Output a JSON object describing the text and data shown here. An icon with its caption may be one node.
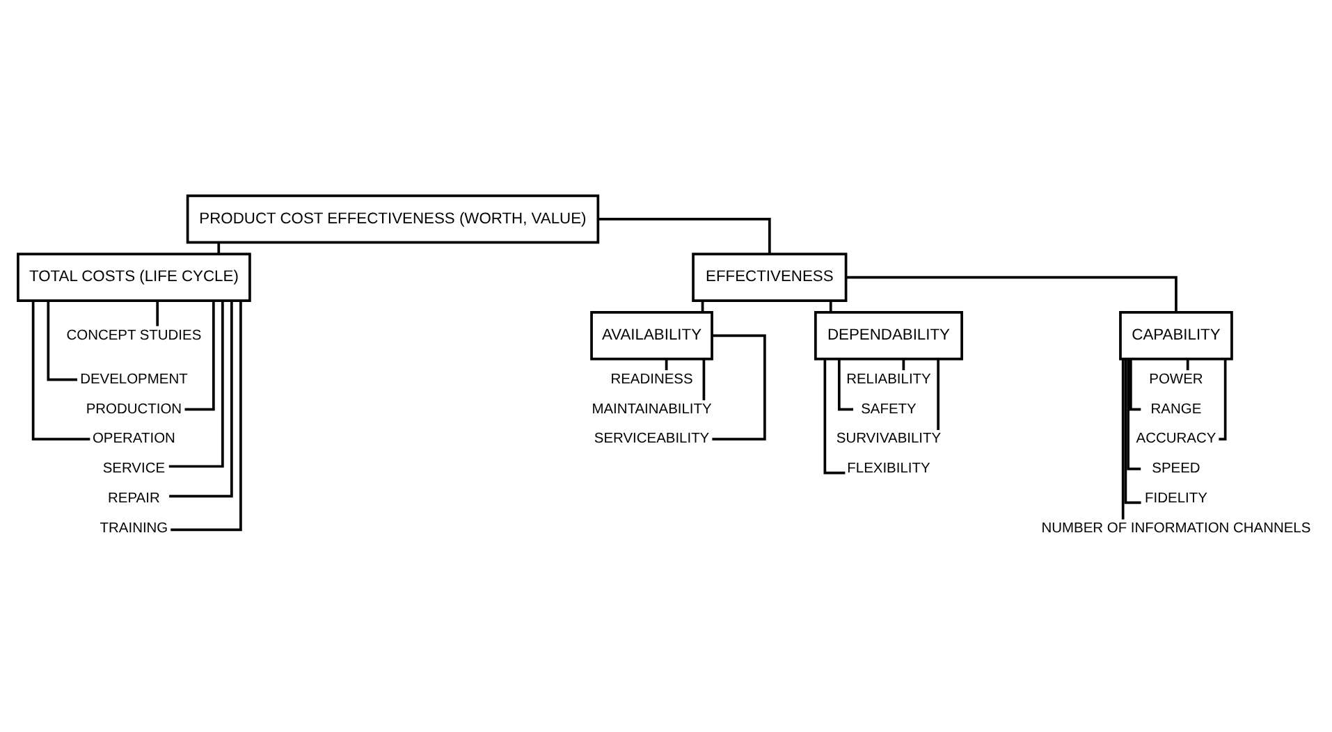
{
  "diagram": {
    "nodes": [
      {
        "text": [
          "PRODUCT COST EFFECTIVENESS (WORTH, VALUE)"
        ]
      },
      {
        "text": [
          "TOTAL COSTS (LIFE CYCLE)"
        ]
      },
      {
        "text": [
          "EFFECTIVENESS"
        ]
      },
      {
        "text": [
          "AVAILABILITY"
        ]
      },
      {
        "text": [
          "DEPENDABILITY"
        ]
      },
      {
        "text": [
          "CAPABILITY"
        ]
      },
      {
        "text": [
          "READINESS"
        ]
      },
      {
        "text": [
          "MAINTAINABILITY"
        ]
      },
      {
        "text": [
          "SERVICEABILITY"
        ]
      },
      {
        "text": [
          "RELIABILITY"
        ]
      },
      {
        "text": [
          "SAFETY"
        ]
      },
      {
        "text": [
          "SURVIVABILITY"
        ]
      },
      {
        "text": [
          "FLEXIBILITY"
        ]
      },
      {
        "text": [
          "POWER"
        ]
      },
      {
        "text": [
          "RANGE"
        ]
      },
      {
        "text": [
          "ACCURACY"
        ]
      },
      {
        "text": [
          "SPEED"
        ]
      },
      {
        "text": [
          "FIDELITY"
        ]
      },
      {
        "text": [
          "NUMBER OF INFORMATION CHANNELS"
        ]
      },
      {
        "text": [
          "CONCEPT STUDIES"
        ]
      },
      {
        "text": [
          "DEVELOPMENT"
        ]
      },
      {
        "text": [
          "PRODUCTION"
        ]
      },
      {
        "text": [
          "OPERATION"
        ]
      },
      {
        "text": [
          "SERVICE"
        ]
      },
      {
        "text": [
          "REPAIR"
        ]
      },
      {
        "text": [
          "TRAINING"
        ]
      }
    ],
    "edges": [
      {
        "from": 0,
        "to": 1,
        "arrow": "none"
      },
      {
        "from": 0,
        "to": 2,
        "arrow": "none"
      },
      {
        "from": 2,
        "to": 3,
        "arrow": "none"
      },
      {
        "from": 2,
        "to": 4,
        "arrow": "none"
      },
      {
        "from": 2,
        "to": 5,
        "arrow": "none"
      },
      {
        "from": 3,
        "to": 6,
        "arrow": "none"
      },
      {
        "from": 3,
        "to": 7,
        "arrow": "none"
      },
      {
        "from": 3,
        "to": 8,
        "arrow": "none"
      },
      {
        "from": 4,
        "to": 9,
        "arrow": "none"
      },
      {
        "from": 4,
        "to": 10,
        "arrow": "none"
      },
      {
        "from": 4,
        "to": 11,
        "arrow": "none"
      },
      {
        "from": 4,
        "to": 12,
        "arrow": "none"
      },
      {
        "from": 5,
        "to": 13,
        "arrow": "none"
      },
      {
        "from": 5,
        "to": 14,
        "arrow": "none"
      },
      {
        "from": 5,
        "to": 15,
        "arrow": "none"
      },
      {
        "from": 5,
        "to": 16,
        "arrow": "none"
      },
      {
        "from": 5,
        "to": 17,
        "arrow": "none"
      },
      {
        "from": 5,
        "to": 18,
        "arrow": "none"
      },
      {
        "from": 1,
        "to": 19,
        "arrow": "none"
      },
      {
        "from": 1,
        "to": 20,
        "arrow": "none"
      },
      {
        "from": 1,
        "to": 21,
        "arrow": "none"
      },
      {
        "from": 1,
        "to": 22,
        "arrow": "none"
      },
      {
        "from": 1,
        "to": 23,
        "arrow": "none"
      },
      {
        "from": 1,
        "to": 24,
        "arrow": "none"
      },
      {
        "from": 1,
        "to": 25,
        "arrow": "none"
      }
    ]
  }
}
